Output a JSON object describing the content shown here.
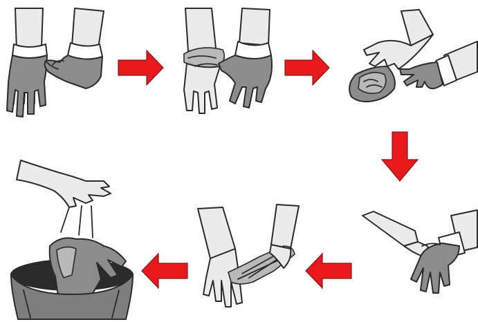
{
  "diagram": {
    "steps": [
      {
        "id": 1,
        "action": "pinch-outside-of-glove-at-wrist"
      },
      {
        "id": 2,
        "action": "peel-glove-off-inside-out"
      },
      {
        "id": 3,
        "action": "hold-removed-glove-in-gloved-hand"
      },
      {
        "id": 4,
        "action": "slide-bare-fingers-under-second-glove-cuff"
      },
      {
        "id": 5,
        "action": "peel-second-glove-over-first"
      },
      {
        "id": 6,
        "action": "drop-gloves-into-waste-bin"
      }
    ],
    "arrows": [
      {
        "from": 1,
        "to": 2,
        "direction": "right"
      },
      {
        "from": 2,
        "to": 3,
        "direction": "right"
      },
      {
        "from": 3,
        "to": 4,
        "direction": "down"
      },
      {
        "from": 4,
        "to": 5,
        "direction": "left"
      },
      {
        "from": 5,
        "to": 6,
        "direction": "left"
      }
    ]
  },
  "colors": {
    "arrow": "#e8191c",
    "glove": "#8c8c8c",
    "skin": "#ebebeb",
    "outline": "#2a2a2a",
    "bin": "#7e7e7e"
  }
}
